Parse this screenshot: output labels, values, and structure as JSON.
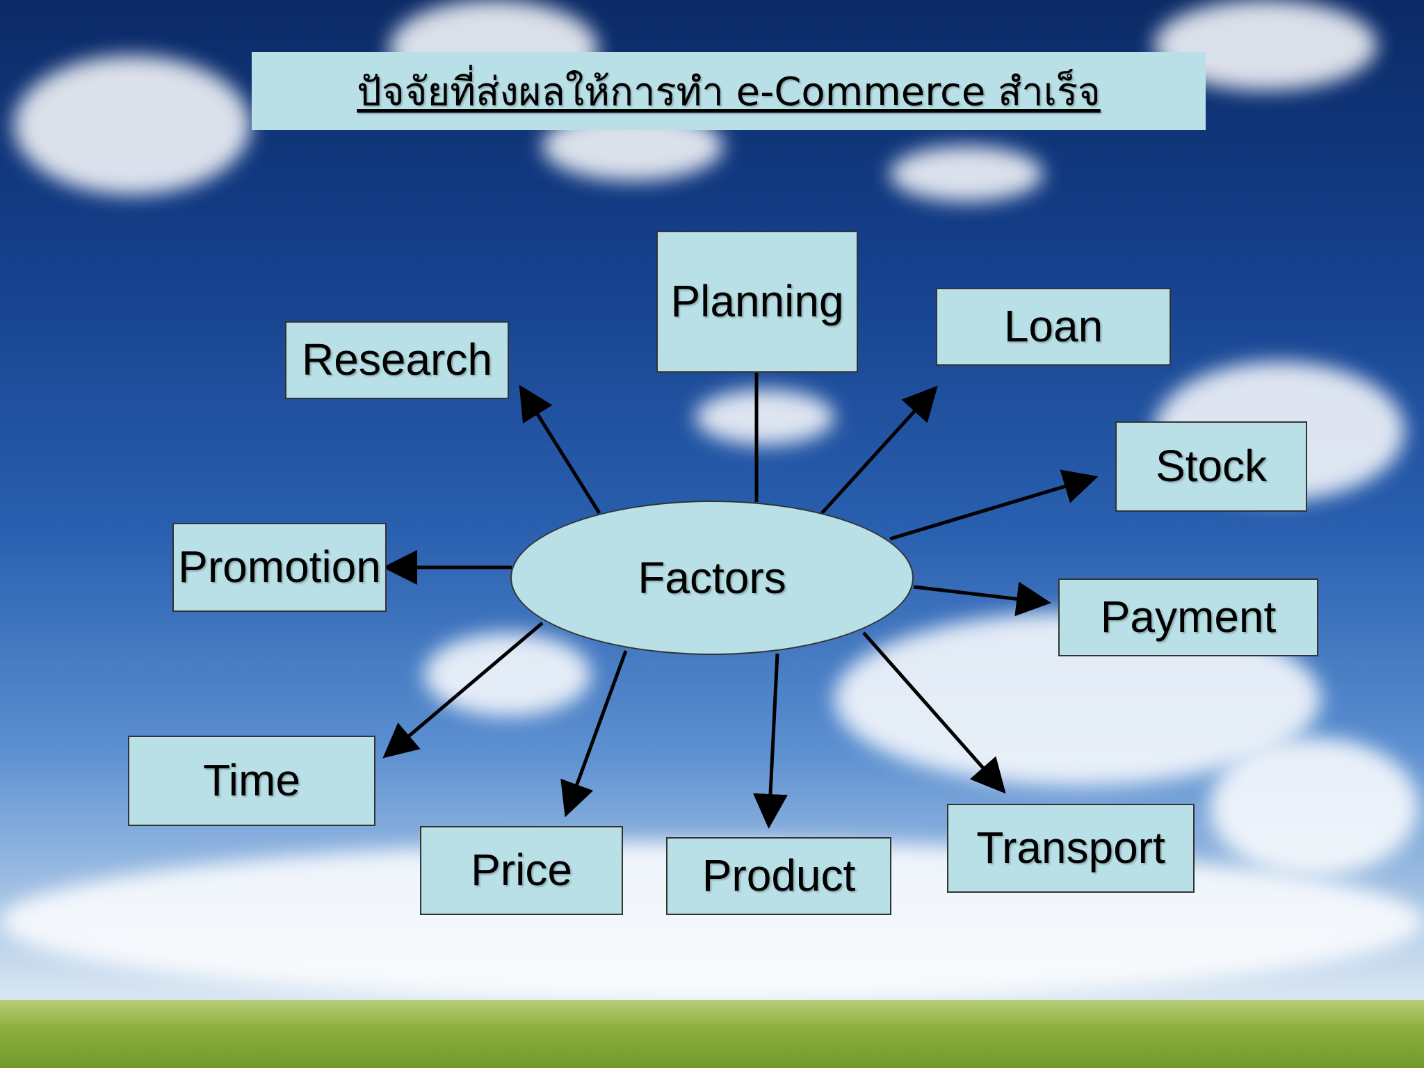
{
  "title": "ปัจจัยที่ส่งผลให้การทำ e-Commerce สำเร็จ",
  "center_label": "Factors",
  "nodes": {
    "planning": "Planning",
    "loan": "Loan",
    "research": "Research",
    "stock": "Stock",
    "promotion": "Promotion",
    "payment": "Payment",
    "time": "Time",
    "price": "Price",
    "product": "Product",
    "transport": "Transport"
  },
  "colors": {
    "box_fill": "#b8e0e6",
    "connector": "#000000"
  }
}
